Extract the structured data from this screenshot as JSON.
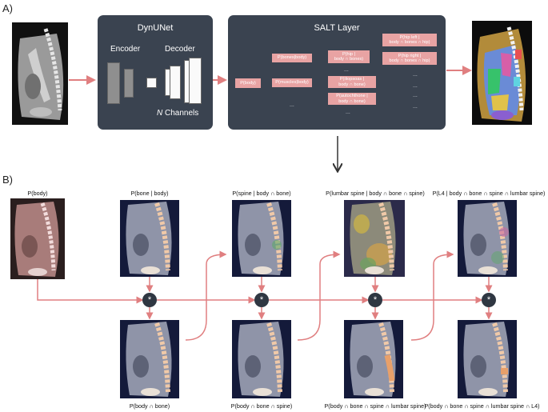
{
  "panels": {
    "a": "A)",
    "b": "B)"
  },
  "dynunet": {
    "title": "DynUNet",
    "encoder": "Encoder",
    "decoder": "Decoder",
    "channels_n": "N",
    "channels_text": " Channels"
  },
  "salt": {
    "title": "SALT Layer",
    "nodes": {
      "body": "P(body)",
      "bones": "P(bones|body)",
      "muscles": "P(muscles|body)",
      "hip": [
        "P(hip |",
        "body ∩ bones)"
      ],
      "hip_left": [
        "P(hip left |",
        "body ∩ bones ∩ hip)"
      ],
      "hip_right": [
        "P(hip right |",
        "body ∩ bones ∩ hip)"
      ],
      "iliopsoas": [
        "P(iliopsoas |",
        "body ∩ bone)"
      ],
      "autochthone": [
        "P(autochthone |",
        "body ∩ bone)"
      ]
    },
    "ellipsis": "..."
  },
  "top_captions": [
    "P(body)",
    "P(bone | body)",
    "P(spine | body ∩ bone)",
    "P(lumbar spine | body ∩ bone ∩ spine)",
    "P(L4 | body ∩ bone ∩ spine ∩ lumbar spine)"
  ],
  "bottom_captions": [
    "P(body ∩ bone)",
    "P(body ∩ bone ∩ spine)",
    "P(body ∩ bone ∩ spine ∩ lumbar spine)",
    "P(body ∩ bone ∩ spine ∩ lumbar spine ∩ L4)"
  ],
  "multiply_symbol": "*",
  "colors": {
    "dark": "#3a4350",
    "arrow": "#e07f80",
    "node": "#e8a3a3",
    "node_line": "#d9d9d9"
  }
}
